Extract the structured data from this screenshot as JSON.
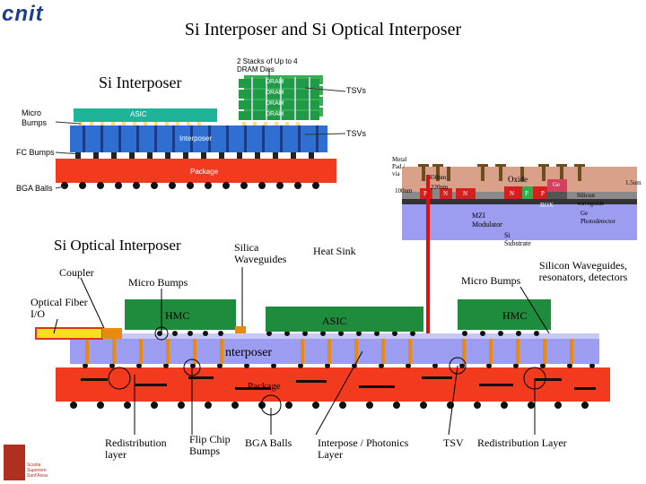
{
  "header": {
    "logo_text": "cnit",
    "title": "Si Interposer and Si Optical Interposer"
  },
  "top_diagram": {
    "title": "Si Interposer",
    "stack_note": "2 Stacks of Up to 4 DRAM Dies",
    "dram_label": "DRAM",
    "asic_label": "ASIC",
    "interposer_label": "Interposer",
    "package_label": "Package",
    "tsvs_upper": "TSVs",
    "tsvs_lower": "TSVs",
    "micro_bumps": "Micro Bumps",
    "fc_bumps": "FC Bumps",
    "bga_balls": "BGA Balls"
  },
  "photonics_inset": {
    "metal_pad": "Metal Pad / via",
    "dim_450": "450nm",
    "dim_220": "220nm",
    "dim_100": "100nm",
    "dim_15": "1.5um",
    "oxide": "Oxide",
    "box": "BOX",
    "p1": "P",
    "n1": "N",
    "n2": "N",
    "p2": "P",
    "n3": "N",
    "p3": "P",
    "ge": "Ge",
    "mzi": "MZI Modulator",
    "si_substrate": "Si Substrate",
    "si_waveguide": "Silicon waveguide",
    "photodetector": "Ge Photodetector"
  },
  "bottom_diagram": {
    "title": "Si Optical Interposer",
    "silica_waveguides": "Silica Waveguides",
    "heat_sink": "Heat Sink",
    "silicon_waveguides": "Silicon Waveguides, resonators, detectors",
    "coupler": "Coupler",
    "micro_bumps_left": "Micro Bumps",
    "micro_bumps_right": "Micro Bumps",
    "optical_fiber": "Optical Fiber I/O",
    "hmc_left": "HMC",
    "hmc_right": "HMC",
    "asic": "ASIC",
    "interposer": "nterposer",
    "package": "Package",
    "redistribution_layer_left": "Redistribution layer",
    "flip_chip_bumps": "Flip Chip Bumps",
    "bga_balls": "BGA Balls",
    "interpose_photonics": "Interpose / Photonics Layer",
    "tsv": "TSV",
    "redistribution_layer_right": "Redistribution Layer"
  },
  "footer_logo": {
    "text": "Scuola Superiore Sant'Anna"
  },
  "colors": {
    "package_red": "#f23a1e",
    "interposer_blue": "#9c9cf0",
    "chip_green": "#1e8c3c",
    "asic_teal": "#1fb39a",
    "dram_green": "#2fa14c",
    "arrow_red": "#e01010",
    "bump_orange": "#e88a10",
    "fiber_yellow": "#f6e01e"
  }
}
